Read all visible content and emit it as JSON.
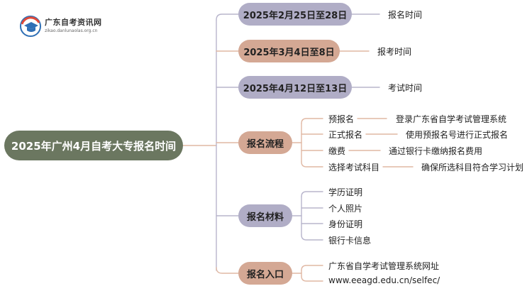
{
  "logo": {
    "title": "广东自考资讯网",
    "subtitle": "zikao.danlunaolas.org.cn"
  },
  "root": {
    "label": "2025年广州4月自考大专报名时间"
  },
  "branches": [
    {
      "label": "2025年2月25日至28日",
      "detail": "报名时间"
    },
    {
      "label": "2025年3月4日至8日",
      "detail": "报考时间"
    },
    {
      "label": "2025年4月12日至13日",
      "detail": "考试时间"
    },
    {
      "label": "报名流程",
      "steps": [
        {
          "name": "预报名",
          "desc": "登录广东省自学考试管理系统"
        },
        {
          "name": "正式报名",
          "desc": "使用预报名号进行正式报名"
        },
        {
          "name": "缴费",
          "desc": "通过银行卡缴纳报名费用"
        },
        {
          "name": "选择考试科目",
          "desc": "确保所选科目符合学习计划"
        }
      ]
    },
    {
      "label": "报名材料",
      "items": [
        "学历证明",
        "个人照片",
        "身份证明",
        "银行卡信息"
      ]
    },
    {
      "label": "报名入口",
      "items": [
        "广东省自学考试管理系统网址",
        "www.eeagd.edu.cn/selfec/"
      ]
    }
  ],
  "colors": {
    "root": "#6b7760",
    "pill_lavender": "#b0adc6",
    "pill_tan": "#d4a894",
    "line_lavender": "#b8b5cc",
    "line_tan": "#e0b8a4"
  }
}
